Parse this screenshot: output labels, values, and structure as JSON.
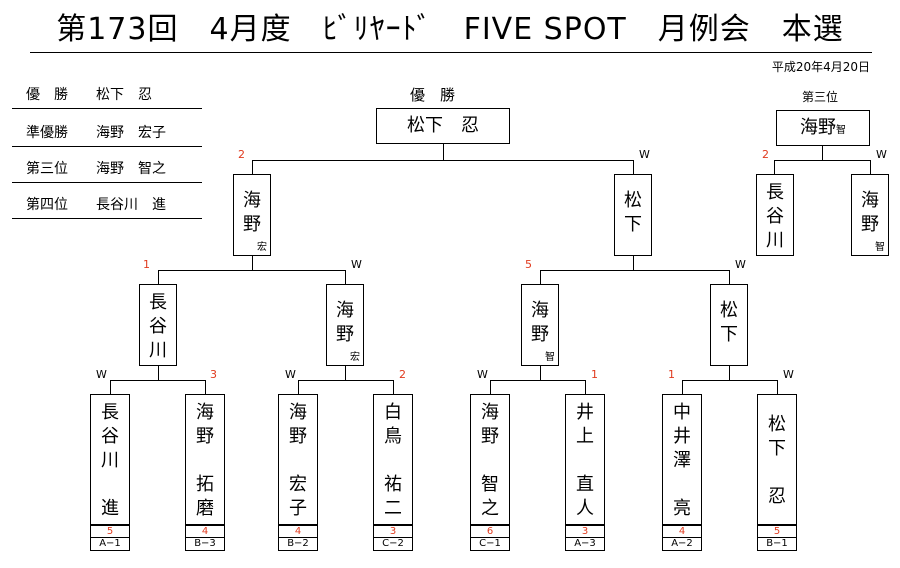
{
  "header": {
    "title": "第173回　4月度　ﾋﾞﾘﾔｰﾄﾞ　FIVE SPOT　月例会　本選",
    "date": "平成20年4月20日"
  },
  "results": [
    {
      "label": "優　勝",
      "name": "松下　忍"
    },
    {
      "label": "準優勝",
      "name": "海野　宏子"
    },
    {
      "label": "第三位",
      "name": "海野　智之"
    },
    {
      "label": "第四位",
      "name": "長谷川　進"
    }
  ],
  "final": {
    "label": "優　勝",
    "winner": "松下　忍",
    "left": {
      "name": "海\n野",
      "sub": "宏",
      "score": "2"
    },
    "right": {
      "name": "松\n下",
      "sub": "",
      "score": "W"
    }
  },
  "third": {
    "label": "第三位",
    "winner": "海野",
    "winner_sub": "智",
    "left": {
      "name": "長\n谷\n川",
      "sub": "",
      "score": "2"
    },
    "right": {
      "name": "海\n野",
      "sub": "智",
      "score": "W"
    }
  },
  "semis": [
    {
      "name": "長\n谷\n川",
      "sub": "",
      "score": "1"
    },
    {
      "name": "海\n野",
      "sub": "宏",
      "score": "W"
    },
    {
      "name": "海\n野",
      "sub": "智",
      "score": "5"
    },
    {
      "name": "松\n下",
      "sub": "",
      "score": "W"
    }
  ],
  "players": [
    {
      "name": "長\n谷\n川\n\n進",
      "score": "W",
      "num": "5",
      "seed": "A−1"
    },
    {
      "name": "海\n野\n\n拓\n磨",
      "score": "3",
      "num": "4",
      "seed": "B−3"
    },
    {
      "name": "海\n野\n\n宏\n子",
      "score": "W",
      "num": "4",
      "seed": "B−2"
    },
    {
      "name": "白\n鳥\n\n祐\n二",
      "score": "2",
      "num": "3",
      "seed": "C−2"
    },
    {
      "name": "海\n野\n\n智\n之",
      "score": "W",
      "num": "6",
      "seed": "C−1"
    },
    {
      "name": "井\n上\n\n直\n人",
      "score": "1",
      "num": "3",
      "seed": "A−3"
    },
    {
      "name": "中\n井\n澤\n\n亮",
      "score": "1",
      "num": "4",
      "seed": "A−2"
    },
    {
      "name": "松\n下\n\n忍",
      "score": "W",
      "num": "5",
      "seed": "B−1"
    }
  ]
}
